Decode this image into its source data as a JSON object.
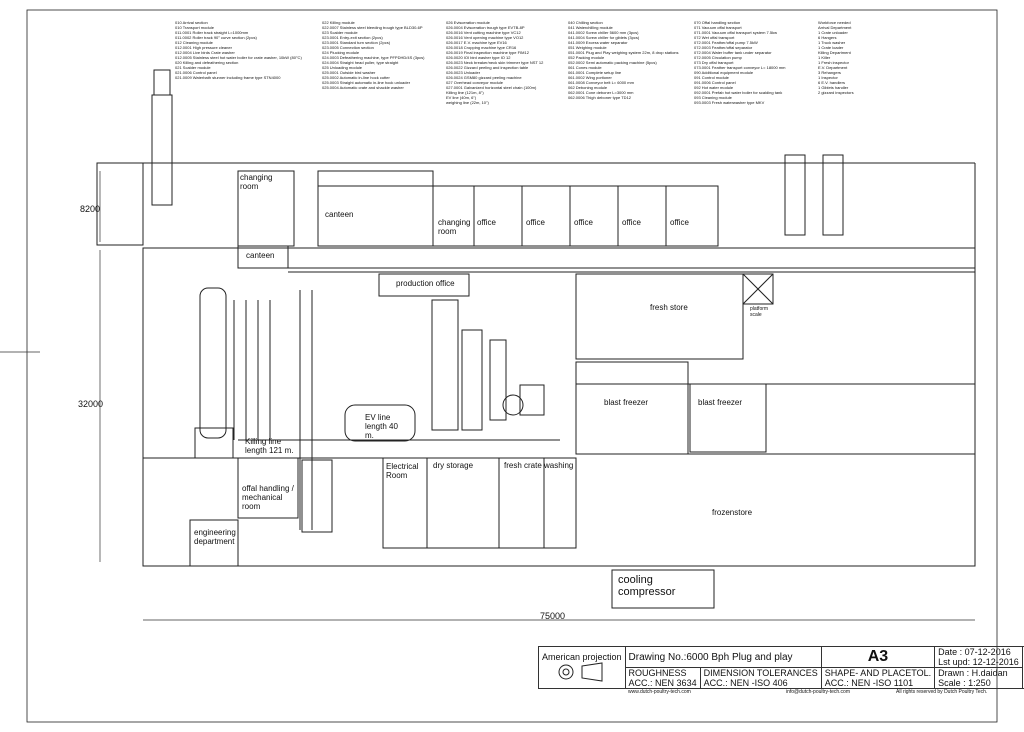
{
  "legend": {
    "columns": [
      [
        "010 Arrival section",
        "010 Transport module",
        "011.0001 Roller track straight L=1000mm",
        "011.0002 Roller track 90° curve section (2pcs)",
        "012 Cleaning module",
        "012.0001 High pressure cleaner",
        "012.0004 Live birds Crate washer",
        "012.0005 Stainless steel hot water boiler for crate washer, 10kW (80°C)",
        "020 Killing and defeathering section",
        "021 Scalder module",
        "021.0006 Control panel",
        "021.0009 Waterbath stunner including frame type STN4000"
      ],
      [
        "022 Killing module",
        "022.0007 Stainless steel bleeding trough type BLD30-6P",
        "023 Scalder module",
        "023.0001 Entry-exit section (2pcs)",
        "023.0001 Standard turn section (2pcs)",
        "023.0005 Connection section",
        "024 Plucking module",
        "024.0003 Defeathering machine, type PFPDHD/4S (3pcs)",
        "024.0004 Straight head puller, type straight",
        "025 Unloading module",
        "025.0001 Outside bird washer",
        "025.0002 Automatic in-line hock cutter",
        "025.0003 Straight automatic in-line hock unloader",
        "025.0004 Automatic crate and shackle washer"
      ],
      [
        "026 Evisceration module",
        "026.0004 Evisceration trough type EVTB-8P",
        "026.0016 Vent cutting machine type VC12",
        "026.0016 Vent opening machine type VO12",
        "026.0017 E.V. machine type EV16",
        "026.0018 Cropping machine type CR16",
        "026.0019 Final inspection machine type FIM12",
        "026.0020 IOI bird washer type IO 12",
        "026.0023 Neck breaker/neck skin trimmer type NST 12",
        "026.0022 Gizzard peeling and inspection table",
        "026.0023 Unloader",
        "026.0024 GSM80 gizzard peeling machine",
        "027 Overhead conveyor module",
        "027.0001 Galvanized horizontal steel chain (100m)",
        "Killing line (121m, 8\")",
        "EV line (40m, 6\")",
        "weighing line (22m, 10\")"
      ],
      [
        "040 Chilling section",
        "041 Waterchilling module",
        "041.0002 Screw chiller 5600 mm (3pcs)",
        "041.0004 Screw chiller for giblets (3pcs)",
        "041.0009 Excess water separator",
        "051 Weighing module",
        "051.0001 Plug and Play weighing system 22m, 8 drop stations",
        "052 Packing module",
        "052.0002 Semi automatic packing machine (5pcs)",
        "061 Cones module",
        "061.0001 Complete setup line",
        "061.0002 Wing portioner",
        "061.0008 Conveyor belt L= 6000 mm",
        "062 Deboning module",
        "062.0001 Cone deboner L=3000 mm",
        "062.0006 Thigh deboner type TD12"
      ],
      [
        "070 Offal handling section",
        "071 Vacuum offal transport",
        "071.0001 Vacuum offal transport system 7.5kw",
        "072 Wet offal transport",
        "072.0001 Feather/offal pump 7.5kW",
        "072.0003 Feather/offal separator",
        "072.0004 Water buffer tank under separator",
        "072.0005 Circulation pump",
        "073 Dry offal transport",
        "073.0001 Feather transport conveyor L= 18000 mm",
        "090 Additional equipment module",
        "091 Control module",
        "091.0006 Control panel",
        "092 Hot water module",
        "092.0001 Prefab hot water boiler for scalding tank",
        "093 Cleaning module",
        "093.0003 Fresh waterwasher type MKV"
      ],
      [
        "Workforce needed",
        "Arrival Department",
        "1 Crate unloader",
        "6 Hangers",
        "1 Truck washer",
        "1 Crate loader",
        "Killing Department",
        "1 Killer",
        "1 Fresh inspector",
        "E.V. Department",
        "3 Rehangers",
        "1 Inspector",
        "6 E.V. handlers",
        "1 Giblets handler",
        "2 gizzard inspectors"
      ]
    ]
  },
  "rooms": {
    "changing_room_1": "changing room",
    "canteen_upper": "canteen",
    "canteen_lower": "canteen",
    "changing_room_2": "changing room",
    "offices": [
      "office",
      "office",
      "office",
      "office",
      "office"
    ],
    "production_office": "production office",
    "fresh_store": "fresh store",
    "platform_scale": "platform scale",
    "blast_freezer_1": "blast freezer",
    "blast_freezer_2": "blast freezer",
    "killing_line": "Killing line length 121 m.",
    "ev_line": "EV line length 40 m.",
    "electrical_room": "Electrical Room",
    "dry_storage": "dry storage",
    "fresh_crate_washing": "fresh crate washing",
    "offal_handling": "offal handling / mechanical room",
    "frozenstore": "frozenstore",
    "engineering": "engineering department",
    "cooling_compressor": "cooling compressor"
  },
  "dimensions": {
    "height_top": "8200",
    "height_main": "32000",
    "width_total": "75000"
  },
  "title_block": {
    "projection": "American projection",
    "drawing_no_label": "Drawing No.:",
    "drawing_no": "6000 Bph Plug and play",
    "sheet": "A3",
    "date": "Date  : 07-12-2016",
    "last_update": "Lst upd: 12-12-2016",
    "drawn": "Drawn : H.daidan",
    "scale": "Scale  : 1:250",
    "roughness": "ROUGHNESS",
    "roughness_std": "ACC.: NEN 3634",
    "dimension_tol": "DIMENSION TOLERANCES",
    "dimension_std": "ACC.: NEN -ISO 406",
    "shape_tol": "SHAPE- AND PLACETOL.",
    "shape_std": "ACC.: NEN -ISO 1101",
    "website": "www.dutch-poultry-tech.com",
    "email": "info@dutch-poultry-tech.com",
    "rights": "All rights reserved by Dutch Poultry Tech."
  }
}
